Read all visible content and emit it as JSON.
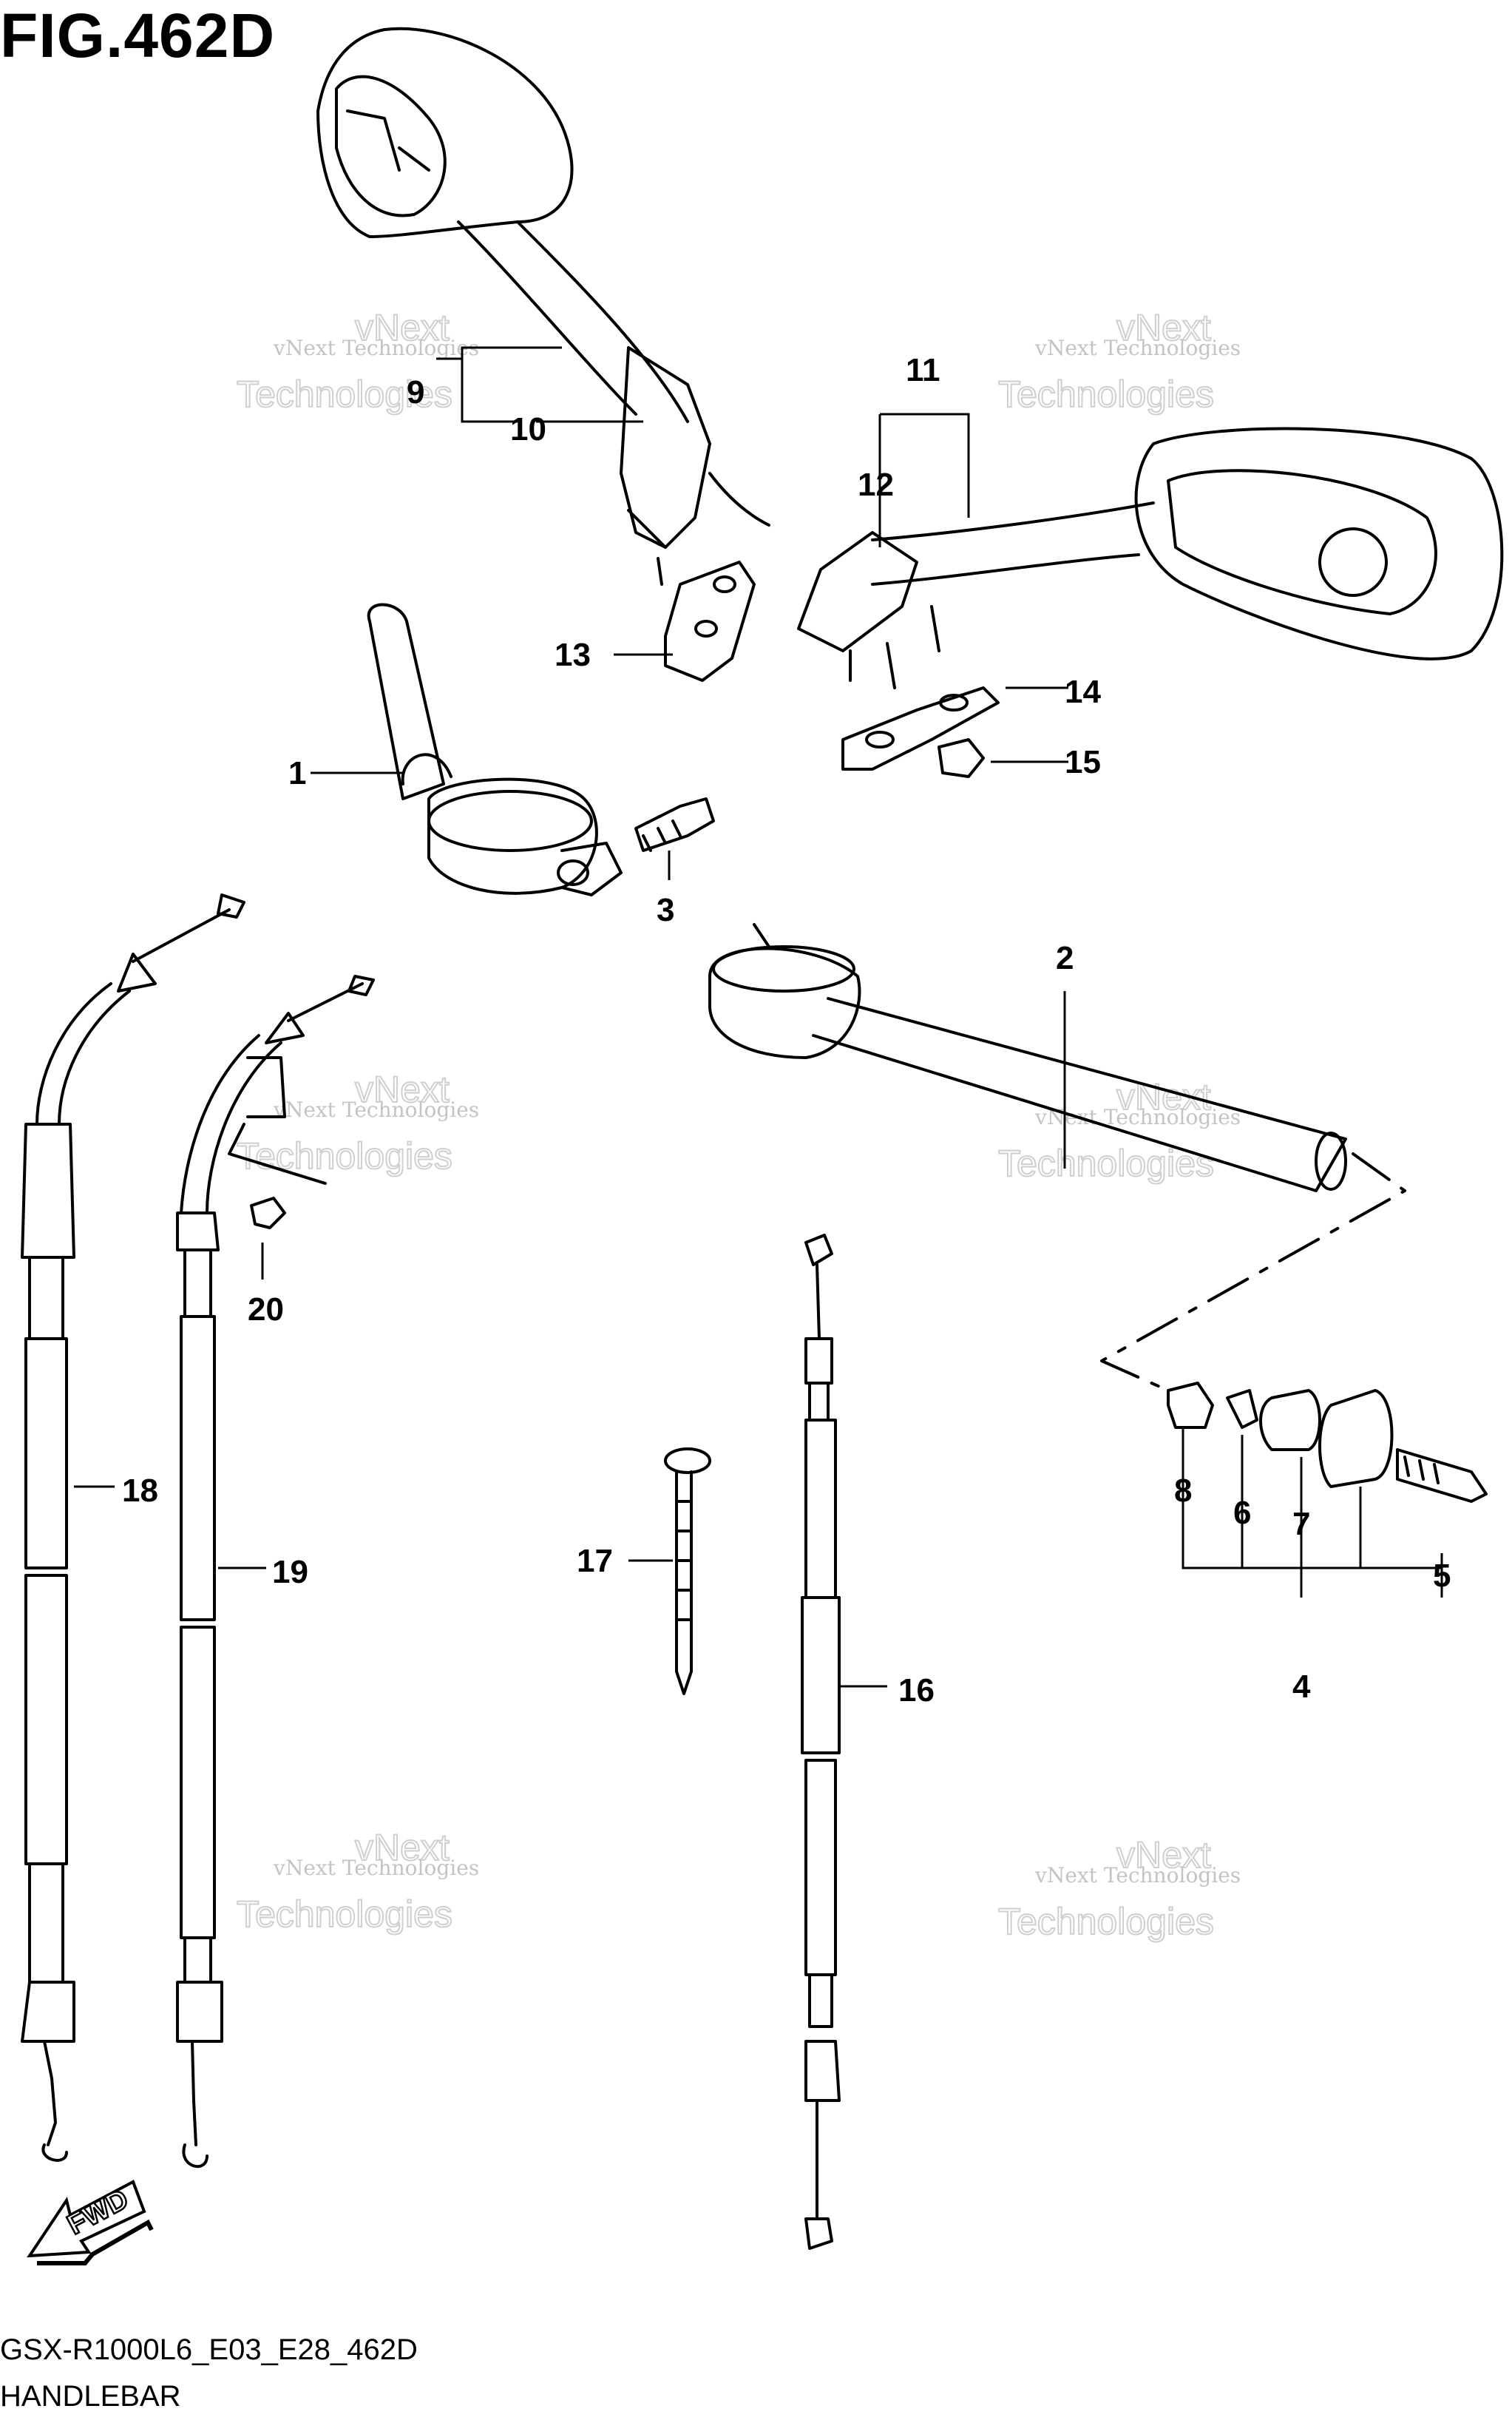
{
  "figure": {
    "title": "FIG.462D",
    "model_code": "GSX-R1000L6_E03_E28_462D",
    "section_name": "HANDLEBAR"
  },
  "callouts": [
    "1",
    "2",
    "3",
    "4",
    "5",
    "6",
    "7",
    "8",
    "9",
    "10",
    "11",
    "12",
    "13",
    "14",
    "15",
    "16",
    "17",
    "18",
    "19",
    "20"
  ],
  "watermark": {
    "small": "vNext Technologies",
    "large_top": "vNext",
    "large_bottom": "Technologies"
  },
  "direction_badge": "FWD",
  "colors": {
    "line": "#000000",
    "watermark": "#c4c4c4",
    "background": "#ffffff"
  }
}
